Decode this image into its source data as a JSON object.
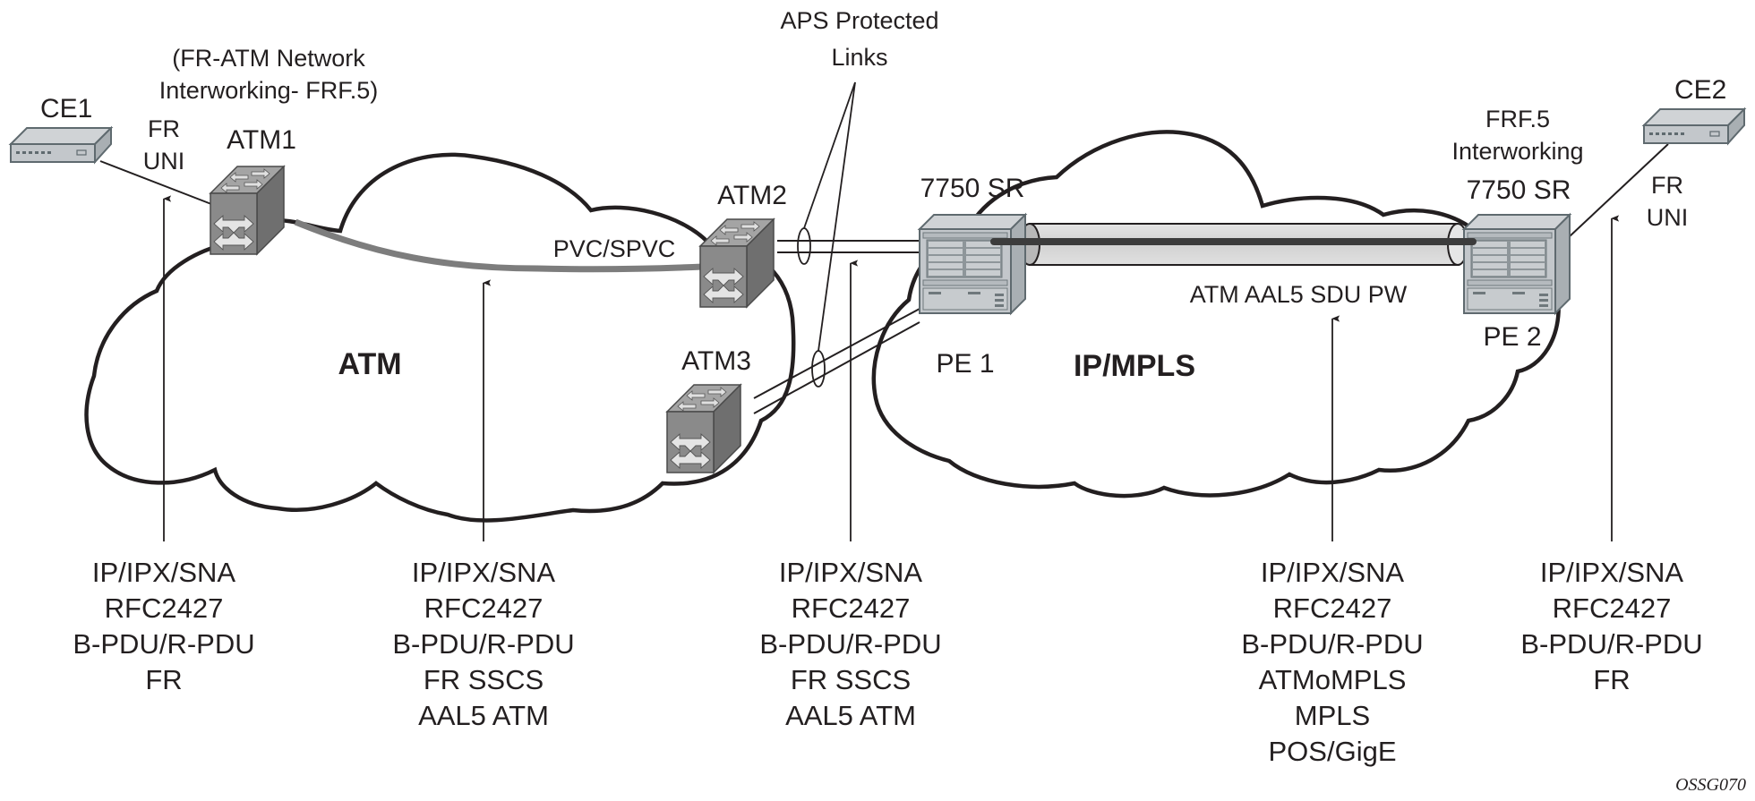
{
  "figure_id": "OSSG070",
  "clouds": {
    "atm": {
      "label": "ATM"
    },
    "ipmpls": {
      "label": "IP/MPLS"
    }
  },
  "devices": {
    "ce1": {
      "label": "CE1",
      "type": "customer-edge-router"
    },
    "ce2": {
      "label": "CE2",
      "type": "customer-edge-router"
    },
    "atm1": {
      "label": "ATM1",
      "type": "atm-switch"
    },
    "atm2": {
      "label": "ATM2",
      "type": "atm-switch"
    },
    "atm3": {
      "label": "ATM3",
      "type": "atm-switch"
    },
    "pe1": {
      "model": "7750 SR",
      "label": "PE 1",
      "type": "service-router"
    },
    "pe2": {
      "model": "7750 SR",
      "label": "PE 2",
      "type": "service-router"
    }
  },
  "annotations": {
    "frf5_network_line1": "(FR-ATM Network",
    "frf5_network_line2": "Interworking- FRF.5)",
    "fr_uni_left_line1": "FR",
    "fr_uni_left_line2": "UNI",
    "fr_uni_right_line1": "FR",
    "fr_uni_right_line2": "UNI",
    "aps_line1": "APS Protected",
    "aps_line2": "Links",
    "pvc": "PVC/SPVC",
    "pw": "ATM AAL5 SDU PW",
    "frf5_right_line1": "FRF.5",
    "frf5_right_line2": "Interworking"
  },
  "protocol_stacks": [
    {
      "position": "CE1-ATM1 link",
      "layers": [
        "IP/IPX/SNA",
        "RFC2427",
        "B-PDU/R-PDU",
        "FR"
      ]
    },
    {
      "position": "ATM network",
      "layers": [
        "IP/IPX/SNA",
        "RFC2427",
        "B-PDU/R-PDU",
        "FR SSCS",
        "AAL5 ATM"
      ]
    },
    {
      "position": "ATM-PE1 link",
      "layers": [
        "IP/IPX/SNA",
        "RFC2427",
        "B-PDU/R-PDU",
        "FR SSCS",
        "AAL5 ATM"
      ]
    },
    {
      "position": "IP/MPLS pseudowire",
      "layers": [
        "IP/IPX/SNA",
        "RFC2427",
        "B-PDU/R-PDU",
        "ATMoMPLS",
        "MPLS",
        "POS/GigE"
      ]
    },
    {
      "position": "PE2-CE2 link",
      "layers": [
        "IP/IPX/SNA",
        "RFC2427",
        "B-PDU/R-PDU",
        "FR"
      ]
    }
  ],
  "colors": {
    "ink": "#231f20",
    "switch_front": "#8a8a8a",
    "switch_top": "#a4a4a4",
    "switch_side": "#727272",
    "router_body": "#c3c7cb",
    "router_edge": "#5f6a6f",
    "pvc_line": "#7d7d7d",
    "tunnel_fill": "#d9d9d9",
    "pw_line": "#3c3c3c"
  }
}
